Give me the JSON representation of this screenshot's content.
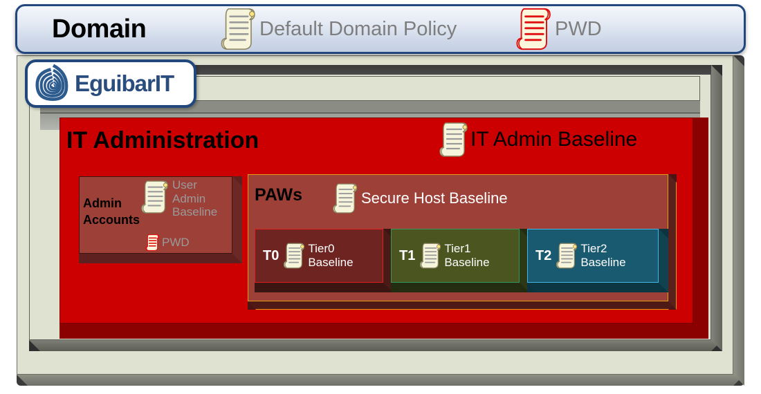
{
  "header": {
    "title": "Domain",
    "items": [
      {
        "icon": "gpo-scroll-icon",
        "label": "Default Domain Policy",
        "icon_variant": "gray"
      },
      {
        "icon": "pwd-scroll-icon",
        "label": "PWD",
        "icon_variant": "red"
      }
    ]
  },
  "logo": {
    "name": "eguibarit-logo",
    "text": "EguibarIT"
  },
  "main_panel": {
    "title": "IT Administration",
    "baseline": {
      "icon": "gpo-scroll-icon",
      "label": "IT Admin Baseline"
    }
  },
  "admin_accounts": {
    "label": "Admin Accounts",
    "baseline": {
      "icon": "gpo-scroll-icon",
      "label": "User Admin Baseline"
    },
    "pwd": {
      "icon": "pwd-scroll-icon",
      "label": "PWD"
    }
  },
  "paws": {
    "title": "PAWs",
    "baseline": {
      "icon": "gpo-scroll-icon",
      "label": "Secure Host Baseline"
    },
    "tiers": [
      {
        "code": "T0",
        "label": "Tier0 Baseline",
        "icon": "gpo-scroll-icon"
      },
      {
        "code": "T1",
        "label": "Tier1 Baseline",
        "icon": "gpo-scroll-icon"
      },
      {
        "code": "T2",
        "label": "Tier2 Baseline",
        "icon": "gpo-scroll-icon"
      }
    ]
  },
  "colors": {
    "header_border": "#22477c",
    "red_panel": "#cc0000",
    "red_panel_shadow": "#8b0000",
    "admin_box": "#9c4038",
    "paws_border": "#e59a18",
    "tier0_fill": "#6e2420",
    "tier0_border": "#e02020",
    "tier1_fill": "#4a5520",
    "tier1_border": "#2f9a5a",
    "tier2_fill": "#1a5a70",
    "tier2_border": "#3fb8e8",
    "beige_frame": "#dfe2d0",
    "label_gray": "#7e7e7e"
  }
}
